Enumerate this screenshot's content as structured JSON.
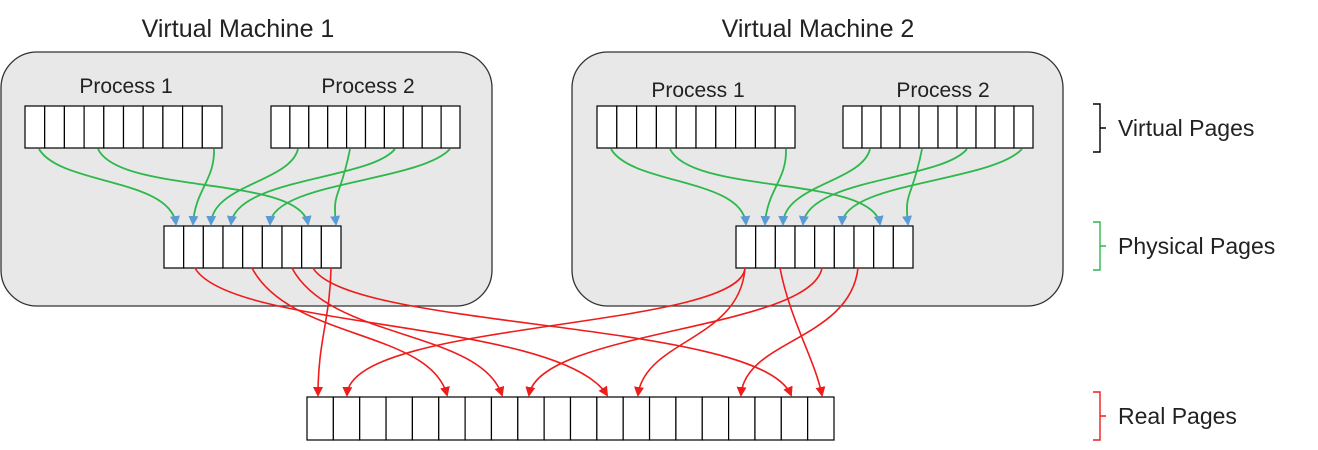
{
  "diagram": {
    "vm1": {
      "title": "Virtual Machine 1",
      "process1": "Process 1",
      "process2": "Process 2"
    },
    "vm2": {
      "title": "Virtual Machine 2",
      "process1": "Process 1",
      "process2": "Process 2"
    },
    "legend": {
      "virtual": "Virtual Pages",
      "physical": "Physical Pages",
      "real": "Real Pages"
    },
    "colors": {
      "vm_fill": "#e8e8e8",
      "virtual_bracket": "#000000",
      "physical_bracket": "#2db84b",
      "real_bracket": "#ef1c1c",
      "virtual_to_physical_arrow": "#2db84b",
      "arrowhead_blue": "#5b9bd5",
      "physical_to_real_arrow": "#ef1c1c"
    },
    "page_counts": {
      "process_virtual_pages": 10,
      "physical_pages": 9,
      "real_pages": 20
    }
  }
}
